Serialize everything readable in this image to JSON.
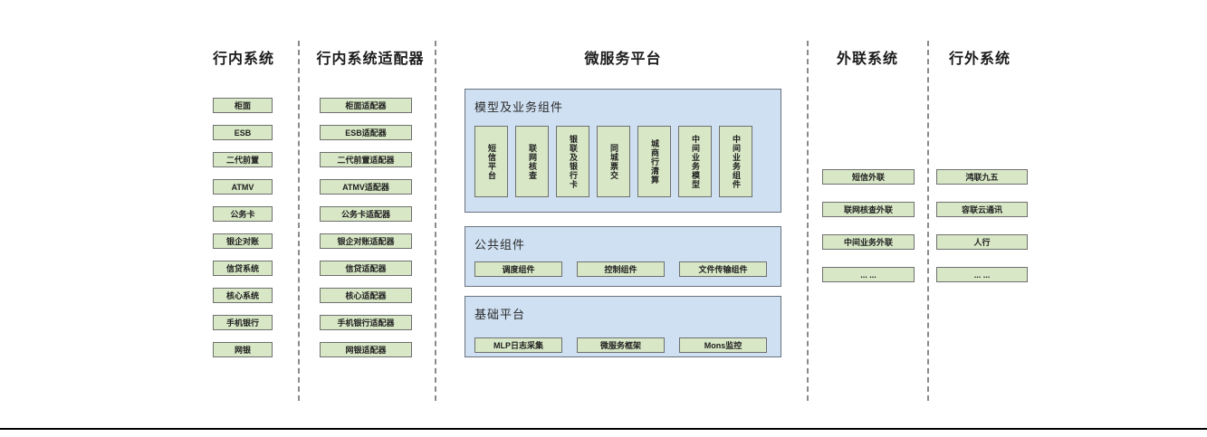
{
  "sections": {
    "internal": {
      "title": "行内系统",
      "items": [
        "柜面",
        "ESB",
        "二代前置",
        "ATMV",
        "公务卡",
        "银企对账",
        "信贷系统",
        "核心系统",
        "手机银行",
        "网银"
      ]
    },
    "adapters": {
      "title": "行内系统适配器",
      "items": [
        "柜面适配器",
        "ESB适配器",
        "二代前置适配器",
        "ATMV适配器",
        "公务卡适配器",
        "银企对账适配器",
        "信贷适配器",
        "核心适配器",
        "手机银行适配器",
        "网银适配器"
      ]
    },
    "platform": {
      "title": "微服务平台",
      "groups": [
        {
          "label": "模型及业务组件",
          "items": [
            "短信平台",
            "联网核查",
            "银联及银行卡",
            "同城票交",
            "城商行清算",
            "中间业务模型",
            "中间业务组件"
          ]
        },
        {
          "label": "公共组件",
          "items": [
            "调度组件",
            "控制组件",
            "文件传输组件"
          ]
        },
        {
          "label": "基础平台",
          "items": [
            "MLP日志采集",
            "微服务框架",
            "Mons监控"
          ]
        }
      ]
    },
    "outreach": {
      "title": "外联系统",
      "items": [
        "短信外联",
        "联网核查外联",
        "中间业务外联",
        "... ..."
      ]
    },
    "external": {
      "title": "行外系统",
      "items": [
        "鸿联九五",
        "容联云通讯",
        "人行",
        "... ..."
      ]
    }
  },
  "colors": {
    "node_fill": "#d8e7c6",
    "node_border": "#6f6f6f",
    "container_fill": "#cfe0f2",
    "container_border": "#68727e",
    "separator": "#8a8a8a",
    "bottom_line": "#000000"
  }
}
